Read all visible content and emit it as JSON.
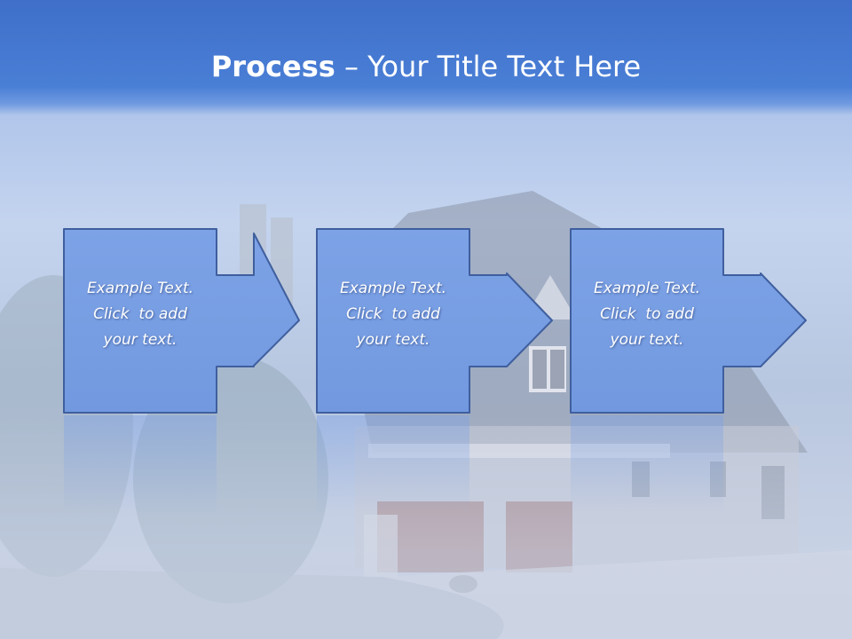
{
  "title": {
    "bold": "Process",
    "rest": " – Your Title Text Here"
  },
  "steps": [
    {
      "line1": "Example Text.",
      "line2": "Click  to add",
      "line3": "your text."
    },
    {
      "line1": "Example Text.",
      "line2": "Click  to add",
      "line3": "your text."
    },
    {
      "line1": "Example Text.",
      "line2": "Click  to add",
      "line3": "your text."
    }
  ],
  "colors": {
    "title_band": "#4a7fd6",
    "box_fill": "#7aa0e4",
    "box_stroke": "#3f5f9e",
    "text": "#ffffff"
  }
}
